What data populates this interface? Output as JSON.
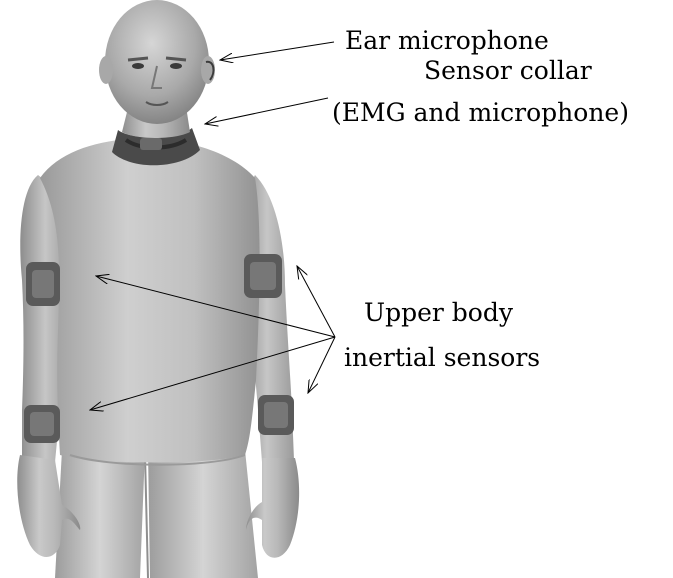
{
  "figure": {
    "labels": {
      "ear_microphone": "Ear microphone",
      "sensor_collar": "Sensor collar",
      "sensor_collar_detail": "(EMG and microphone)",
      "upper_body": "Upper body",
      "inertial_sensors": "inertial sensors"
    }
  }
}
